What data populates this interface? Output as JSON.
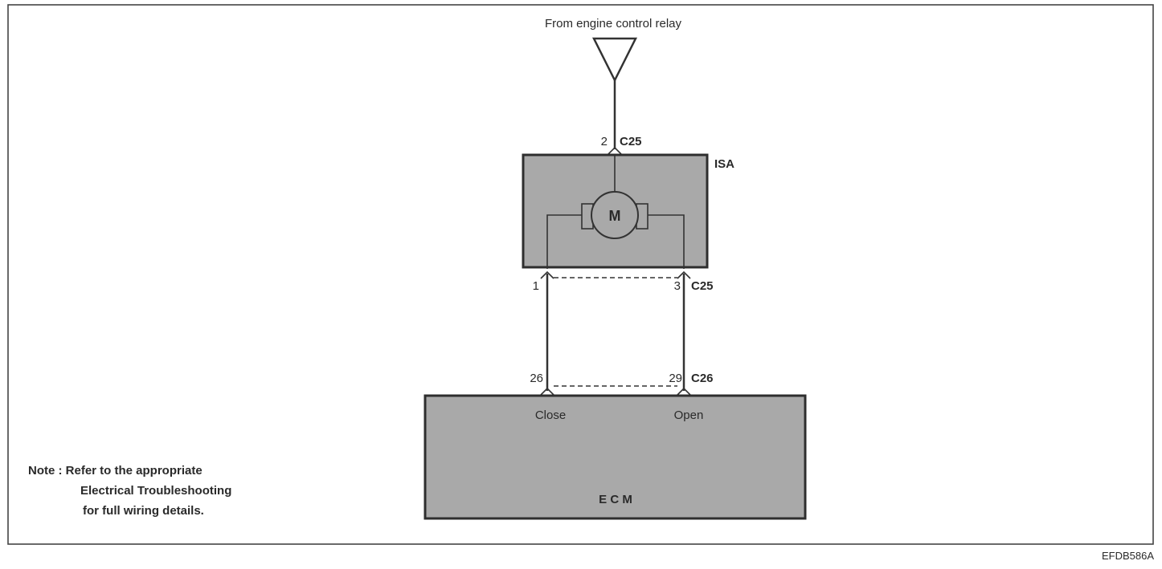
{
  "source_label": "From engine control relay",
  "component_isa": {
    "name": "ISA",
    "motor_symbol": "M",
    "connector": "C25",
    "pin_top": "2",
    "pin_left": "1",
    "pin_right": "3"
  },
  "component_ecm": {
    "name": "E C M",
    "connector": "C26",
    "pin_left": "26",
    "pin_right": "29",
    "left_terminal_label": "Close",
    "right_terminal_label": "Open"
  },
  "note": {
    "line1": "Note : Refer to the appropriate",
    "line2": "Electrical Troubleshooting",
    "line3": "for full wiring details."
  },
  "figure_code": "EFDB586A"
}
